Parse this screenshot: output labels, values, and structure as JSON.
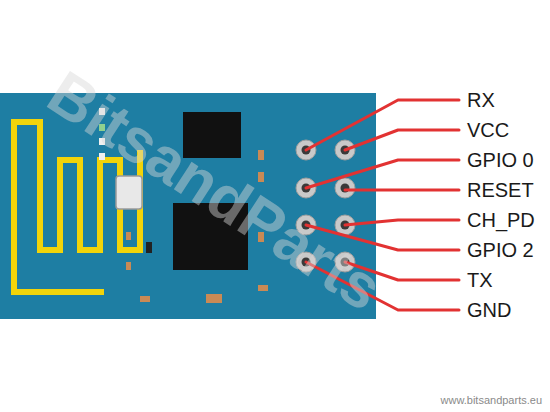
{
  "diagram": {
    "labels": [
      "RX",
      "VCC",
      "GPIO 0",
      "RESET",
      "CH_PD",
      "GPIO 2",
      "TX",
      "GND",
      "BitsandParts",
      "www.bitsandparts.eu"
    ]
  }
}
